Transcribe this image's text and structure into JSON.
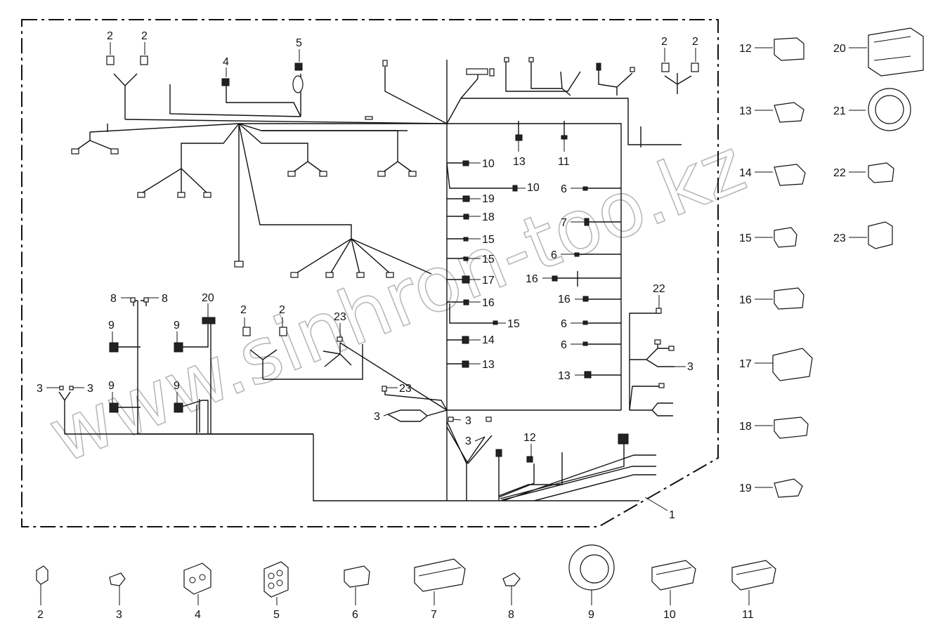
{
  "watermark": "www.sinhron-too.kz",
  "assembly_label": "1",
  "callouts_harness": {
    "top_left_2a": "2",
    "top_left_2b": "2",
    "c4": "4",
    "c5": "5",
    "top_right_2a": "2",
    "top_right_2b": "2",
    "c13_top": "13",
    "c11_top": "11",
    "c10a": "10",
    "c10b": "10",
    "c19": "19",
    "c18": "18",
    "c15a": "15",
    "c15b": "15",
    "c17": "17",
    "c16a": "16",
    "c15c": "15",
    "c14": "14",
    "c13_mid": "13",
    "c6a": "6",
    "c7": "7",
    "c6b": "6",
    "c16b": "16",
    "c16c": "16",
    "c6c": "6",
    "c6d": "6",
    "c13_right": "13",
    "c22": "22",
    "c3_right": "3",
    "c8a": "8",
    "c8b": "8",
    "c20": "20",
    "c2a": "2",
    "c2b": "2",
    "c23a": "23",
    "c9a": "9",
    "c9b": "9",
    "c9c": "9",
    "c9d": "9",
    "c3a": "3",
    "c3b": "3",
    "c23b": "23",
    "c3c": "3",
    "c3d": "3",
    "c3e": "3",
    "c12": "12"
  },
  "side_parts": [
    "12",
    "13",
    "14",
    "15",
    "16",
    "17",
    "18",
    "19",
    "20",
    "21",
    "22",
    "23"
  ],
  "bottom_parts": [
    "2",
    "3",
    "4",
    "5",
    "6",
    "7",
    "8",
    "9",
    "10",
    "11"
  ]
}
